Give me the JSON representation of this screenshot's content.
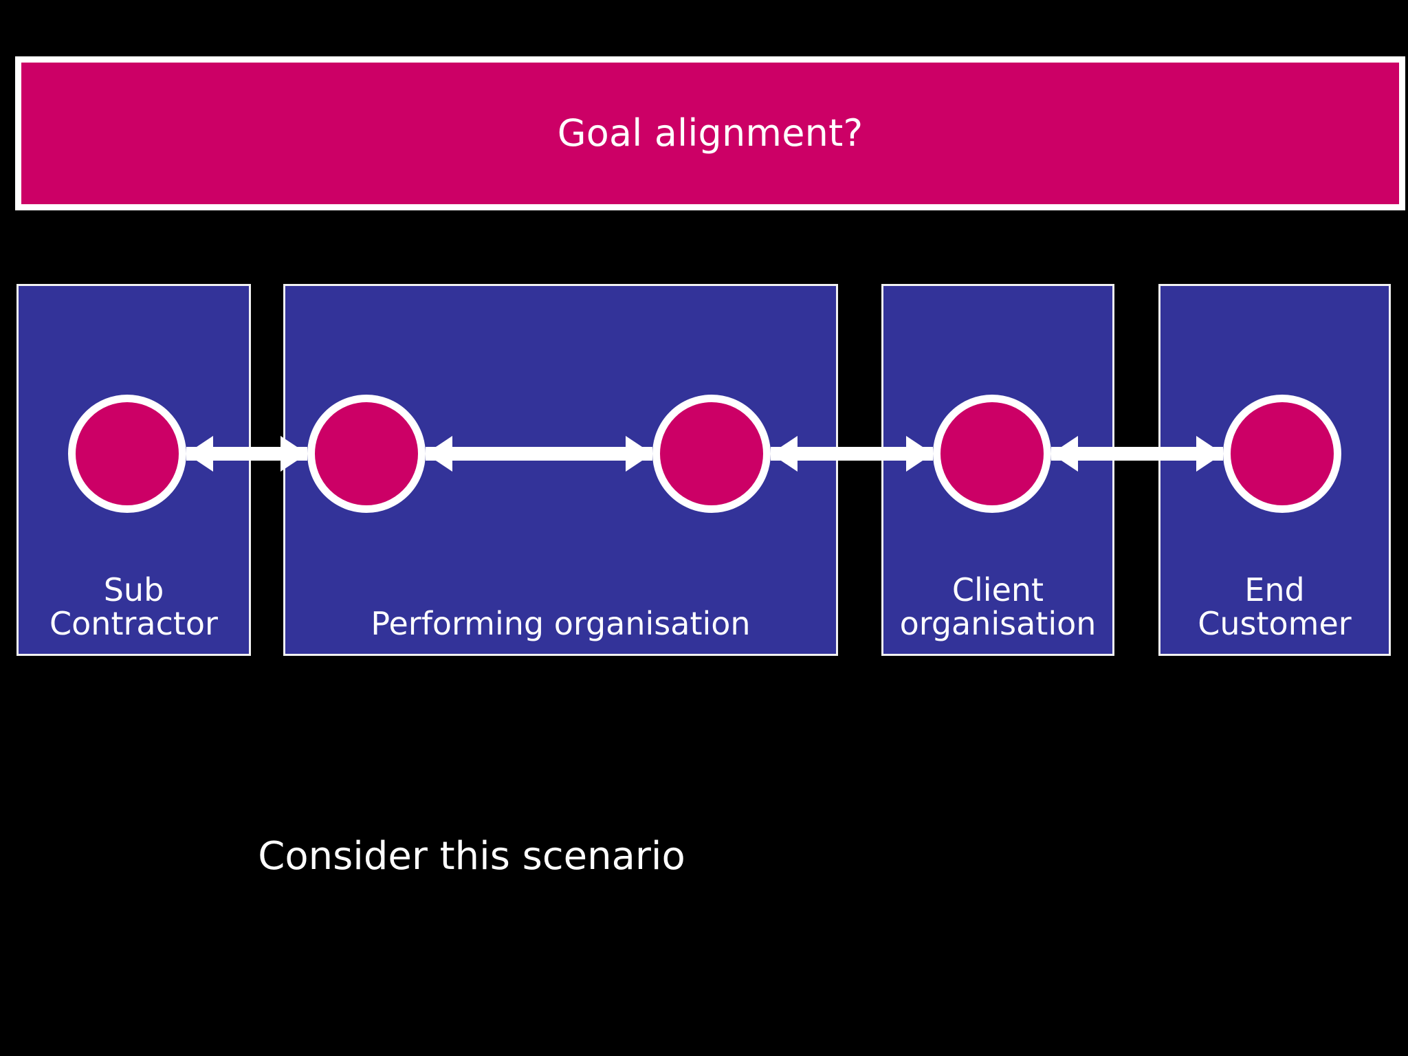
{
  "slide": {
    "background_color": "#000000",
    "accent_pink": "#CC0066",
    "accent_blue": "#333399",
    "outline_color": "#FFFFFF"
  },
  "banner": {
    "title": "Goal alignment?"
  },
  "boxes": [
    {
      "id": "sub-contractor",
      "label": "Sub\nContractor"
    },
    {
      "id": "performing-organisation",
      "label": "Performing organisation"
    },
    {
      "id": "client-organisation",
      "label": "Client\norganisation"
    },
    {
      "id": "end-customer",
      "label": "End\nCustomer"
    }
  ],
  "nodes": [
    {
      "id": "node-sub-contractor",
      "in_box": "sub-contractor"
    },
    {
      "id": "node-performing-left",
      "in_box": "performing-organisation"
    },
    {
      "id": "node-performing-right",
      "in_box": "performing-organisation"
    },
    {
      "id": "node-client",
      "in_box": "client-organisation"
    },
    {
      "id": "node-end-customer",
      "in_box": "end-customer"
    }
  ],
  "connectors": [
    {
      "id": "connector-1",
      "from": "node-sub-contractor",
      "to": "node-performing-left",
      "style": "double-headed-arrow"
    },
    {
      "id": "connector-2",
      "from": "node-performing-left",
      "to": "node-performing-right",
      "style": "double-headed-arrow"
    },
    {
      "id": "connector-3",
      "from": "node-performing-right",
      "to": "node-client",
      "style": "double-headed-arrow"
    },
    {
      "id": "connector-4",
      "from": "node-client",
      "to": "node-end-customer",
      "style": "double-headed-arrow"
    }
  ],
  "caption": {
    "text": "Consider this scenario"
  }
}
